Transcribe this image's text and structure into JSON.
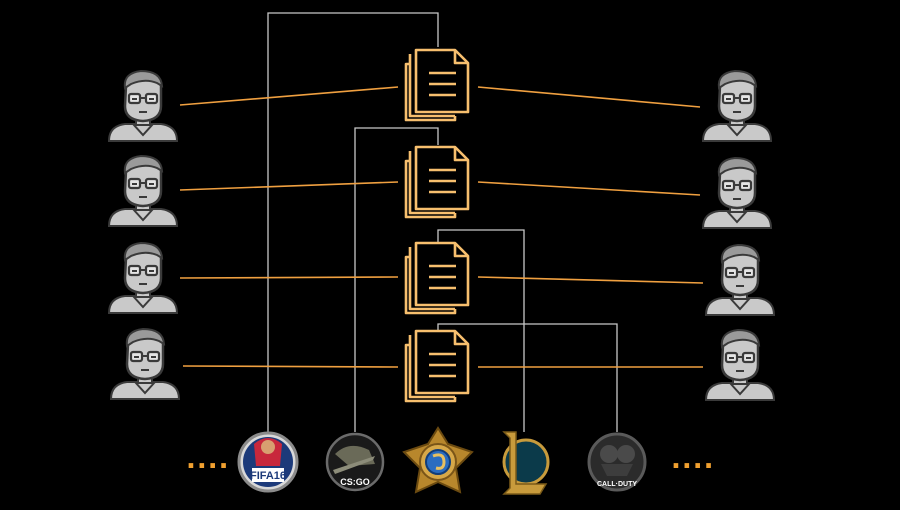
{
  "colors": {
    "background": "#000000",
    "connector_line": "#f0a040",
    "tree_line": "#c8c8c8",
    "document_stroke": "#f7bf6e",
    "user_fill": "#c9c9c9",
    "user_dark": "#3a3a3a",
    "ellipsis": "#f0a030"
  },
  "users_left": [
    {
      "icon": "user-icon"
    },
    {
      "icon": "user-icon"
    },
    {
      "icon": "user-icon"
    },
    {
      "icon": "user-icon"
    }
  ],
  "users_right": [
    {
      "icon": "user-icon"
    },
    {
      "icon": "user-icon"
    },
    {
      "icon": "user-icon"
    },
    {
      "icon": "user-icon"
    }
  ],
  "documents": [
    {
      "icon": "document-stack-icon"
    },
    {
      "icon": "document-stack-icon"
    },
    {
      "icon": "document-stack-icon"
    },
    {
      "icon": "document-stack-icon"
    }
  ],
  "games": [
    {
      "icon": "fifa-16-logo",
      "label": "FIFA16"
    },
    {
      "icon": "csgo-logo",
      "label": "CS:GO"
    },
    {
      "icon": "hearthstone-logo",
      "label": ""
    },
    {
      "icon": "league-of-legends-logo",
      "label": ""
    },
    {
      "icon": "call-of-duty-logo",
      "label": "CALL·DUTY"
    }
  ],
  "ellipsis_left": "....",
  "ellipsis_right": "...."
}
